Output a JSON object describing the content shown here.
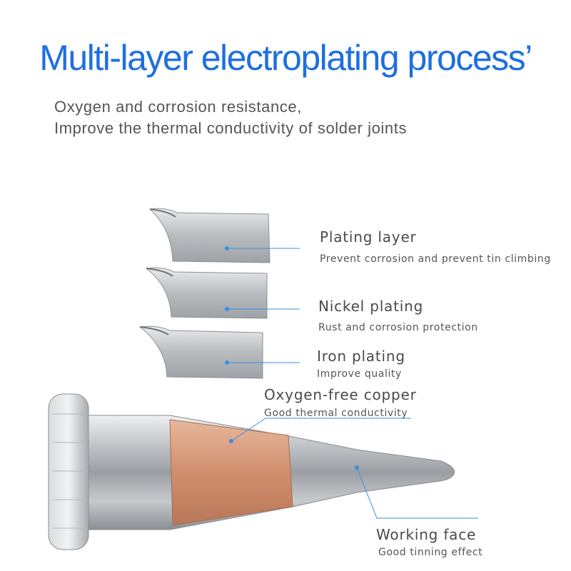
{
  "title": "Multi-layer electroplating process’",
  "subtitle": {
    "line1": "Oxygen and corrosion resistance,",
    "line2": " Improve the thermal conductivity of solder joints"
  },
  "layers": [
    {
      "name": "Plating layer",
      "desc": "Prevent corrosion and prevent tin climbing"
    },
    {
      "name": "Nickel plating",
      "desc": "Rust and corrosion protection"
    },
    {
      "name": "Iron plating",
      "desc": "Improve quality"
    },
    {
      "name": "Oxygen-free copper",
      "desc": "Good thermal conductivity"
    },
    {
      "name": "Working face",
      "desc": "Good tinning effect"
    }
  ],
  "colors": {
    "title": "#1e6fe0",
    "leader": "#3a8ee6",
    "copper": "#d79a7c",
    "silver": "#c9cbcd"
  }
}
